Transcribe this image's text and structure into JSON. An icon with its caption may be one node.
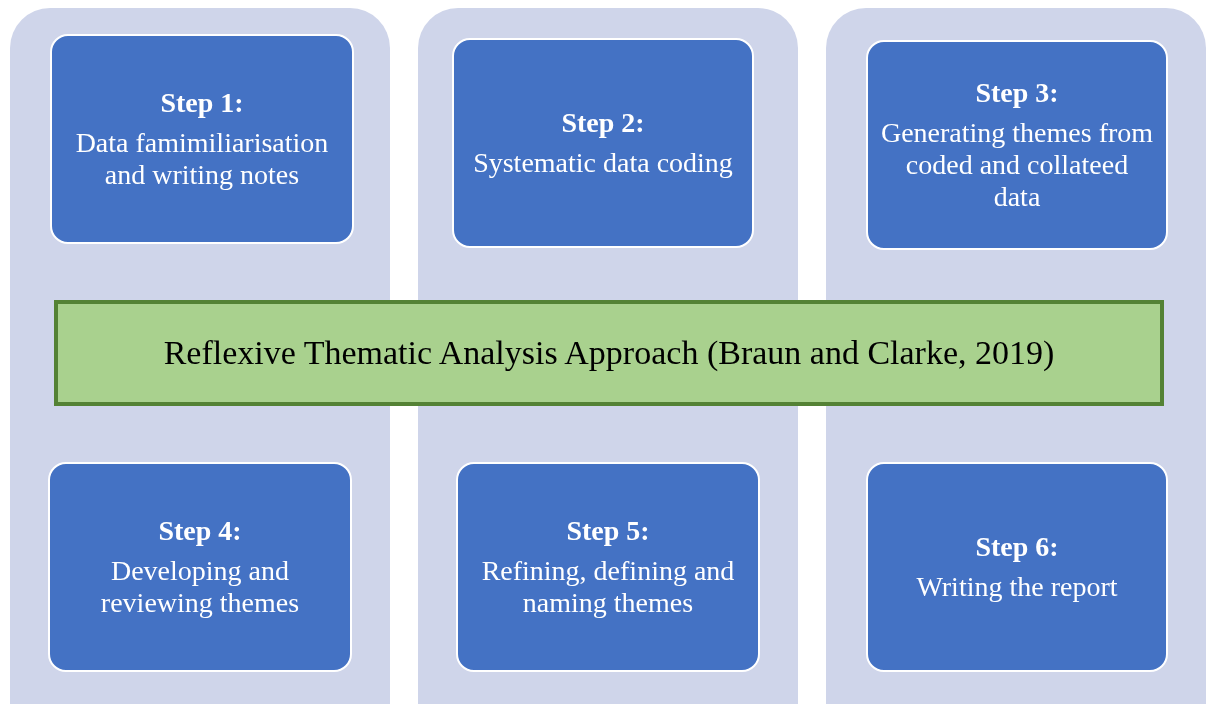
{
  "diagram": {
    "nodes": [
      {
        "text": [],
        "shape": "box"
      },
      {
        "text": [],
        "shape": "box"
      },
      {
        "text": [],
        "shape": "box"
      },
      {
        "text": [
          "Step 1:",
          "Data famimiliarisation and writing notes"
        ],
        "in": 0
      },
      {
        "text": [
          "Step 2:",
          "Systematic data coding"
        ],
        "in": 1
      },
      {
        "text": [
          "Step 3:",
          "Generating themes from coded and collateed data"
        ],
        "in": 2
      },
      {
        "text": [
          "Reflexive Thematic Analysis Approach (Braun and Clarke, 2019)"
        ]
      },
      {
        "text": [
          "Step 4:",
          "Developing and reviewing themes"
        ],
        "in": 0
      },
      {
        "text": [
          "Step 5:",
          "Refining, defining and naming themes"
        ],
        "in": 1
      },
      {
        "text": [
          "Step 6:",
          "Writing the report"
        ],
        "in": 2
      }
    ]
  }
}
